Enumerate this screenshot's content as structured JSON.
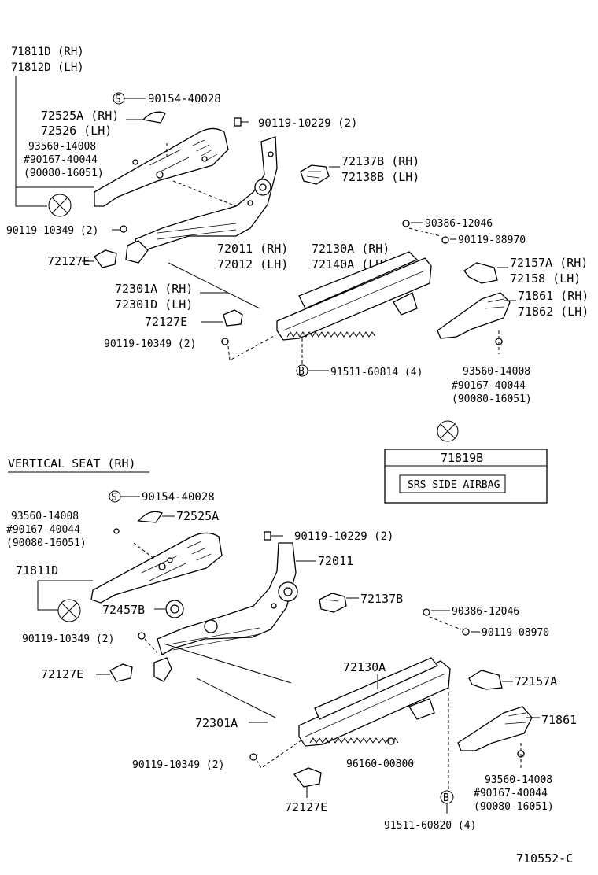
{
  "diagram_id": "710552-C",
  "section_rh_title": "VERTICAL SEAT (RH)",
  "warning_label": {
    "part_no": "71819B",
    "text": "SRS SIDE AIRBAG"
  },
  "top": {
    "cover_outer": [
      "71811D (RH)",
      "71812D (LH)"
    ],
    "clip_s": "90154-40028",
    "cover_inner": [
      "72525A (RH)",
      "72526  (LH)"
    ],
    "screw_group_a": [
      "93560-14008",
      "#90167-40044",
      "(90080-16051)"
    ],
    "bolt_top": "90119-10229 (2)",
    "knob": [
      "72137B (RH)",
      "72138B (LH)"
    ],
    "bolt_left": "90119-10349 (2)",
    "adjuster": [
      "72011 (RH)",
      "72012 (LH)"
    ],
    "nut": "90386-12046",
    "bolt_right": "90119-08970",
    "track": [
      "72130A (RH)",
      "72140A (LH)"
    ],
    "cover_small_left": "72127E",
    "rod": [
      "72301A (RH)",
      "72301D (LH)"
    ],
    "cover_small_mid": "72127E",
    "bolt_lower": "90119-10349 (2)",
    "bolt_b": "91511-60814 (4)",
    "bracket": [
      "72157A (RH)",
      "72158  (LH)"
    ],
    "shield": [
      "71861 (RH)",
      "71862 (LH)"
    ],
    "screw_group_b": [
      "93560-14008",
      "#90167-40044",
      "(90080-16051)"
    ]
  },
  "bottom": {
    "clip_s": "90154-40028",
    "screw_group_a": [
      "93560-14008",
      "#90167-40044",
      "(90080-16051)"
    ],
    "cover_inner": "72525A",
    "bolt_top": "90119-10229 (2)",
    "adjuster": "72011",
    "cover_outer": "71811D",
    "knob_round": "72457B",
    "knob": "72137B",
    "nut": "90386-12046",
    "bolt_left": "90119-10349 (2)",
    "bolt_right": "90119-08970",
    "cover_small_left": "72127E",
    "track": "72130A",
    "bracket": "72157A",
    "shield": "71861",
    "rod": "72301A",
    "bolt_lower": "90119-10349 (2)",
    "clip_96": "96160-00800",
    "screw_group_b": [
      "93560-14008",
      "#90167-40044",
      "(90080-16051)"
    ],
    "cover_small_bottom": "72127E",
    "bolt_b": "91511-60820 (4)"
  }
}
